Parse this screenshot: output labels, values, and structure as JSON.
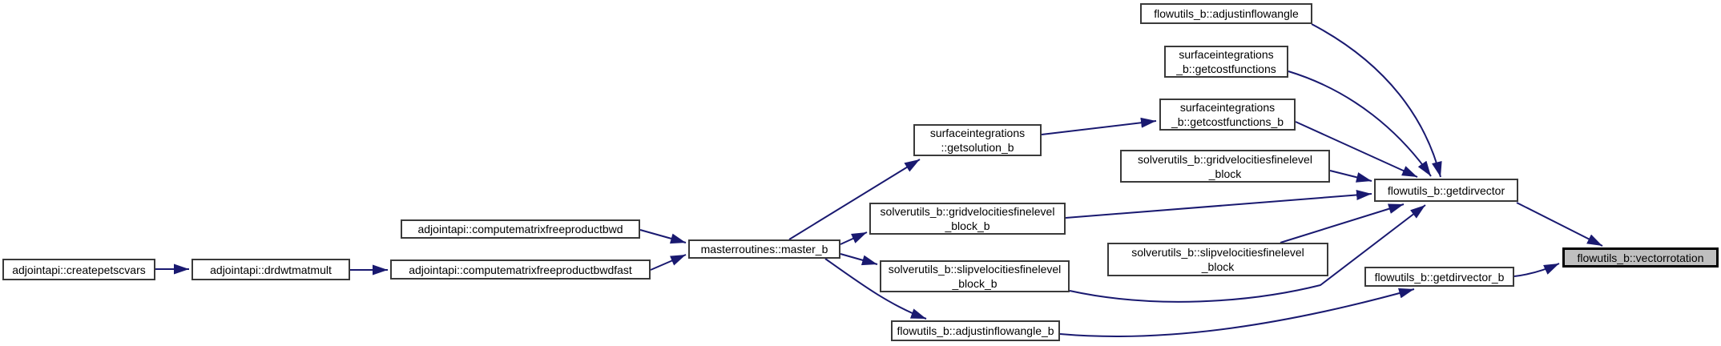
{
  "diagram": {
    "kind": "doxygen-call-graph",
    "background_color": "#ffffff",
    "edge_color": "#191970",
    "node_border_color": "#3a3a3a",
    "highlight_fill_color": "#bfbfbf",
    "nodes": [
      {
        "id": "createpetscvars",
        "lines": [
          "adjointapi::createpetscvars"
        ],
        "highlighted": false
      },
      {
        "id": "drdwtmatmult",
        "lines": [
          "adjointapi::drdwtmatmult"
        ],
        "highlighted": false
      },
      {
        "id": "computematrixfreeproductbwd",
        "lines": [
          "adjointapi::computematrixfreeproductbwd"
        ],
        "highlighted": false
      },
      {
        "id": "computematrixfreeproductbwdfast",
        "lines": [
          "adjointapi::computematrixfreeproductbwdfast"
        ],
        "highlighted": false
      },
      {
        "id": "master_b",
        "lines": [
          "masterroutines::master_b"
        ],
        "highlighted": false
      },
      {
        "id": "getsolution_b",
        "lines": [
          "surfaceintegrations",
          "::getsolution_b"
        ],
        "highlighted": false
      },
      {
        "id": "getcostfunctions",
        "lines": [
          "surfaceintegrations",
          "_b::getcostfunctions"
        ],
        "highlighted": false
      },
      {
        "id": "getcostfunctions_b",
        "lines": [
          "surfaceintegrations",
          "_b::getcostfunctions_b"
        ],
        "highlighted": false
      },
      {
        "id": "adjustinflowangle",
        "lines": [
          "flowutils_b::adjustinflowangle"
        ],
        "highlighted": false
      },
      {
        "id": "gridvelocitiesfinelevel_block",
        "lines": [
          "solverutils_b::gridvelocitiesfinelevel",
          "_block"
        ],
        "highlighted": false
      },
      {
        "id": "gridvelocitiesfinelevel_block_b",
        "lines": [
          "solverutils_b::gridvelocitiesfinelevel",
          "_block_b"
        ],
        "highlighted": false
      },
      {
        "id": "slipvelocitiesfinelevel_block",
        "lines": [
          "solverutils_b::slipvelocitiesfinelevel",
          "_block"
        ],
        "highlighted": false
      },
      {
        "id": "slipvelocitiesfinelevel_block_b",
        "lines": [
          "solverutils_b::slipvelocitiesfinelevel",
          "_block_b"
        ],
        "highlighted": false
      },
      {
        "id": "adjustinflowangle_b",
        "lines": [
          "flowutils_b::adjustinflowangle_b"
        ],
        "highlighted": false
      },
      {
        "id": "getdirvector",
        "lines": [
          "flowutils_b::getdirvector"
        ],
        "highlighted": false
      },
      {
        "id": "getdirvector_b",
        "lines": [
          "flowutils_b::getdirvector_b"
        ],
        "highlighted": false
      },
      {
        "id": "vectorrotation",
        "lines": [
          "flowutils_b::vectorrotation"
        ],
        "highlighted": true
      }
    ],
    "edges": [
      "createpetscvars -> drdwtmatmult",
      "drdwtmatmult -> computematrixfreeproductbwdfast",
      "computematrixfreeproductbwd -> master_b",
      "computematrixfreeproductbwdfast -> master_b",
      "master_b -> getsolution_b",
      "master_b -> gridvelocitiesfinelevel_block_b",
      "master_b -> slipvelocitiesfinelevel_block_b",
      "master_b -> adjustinflowangle_b",
      "getsolution_b -> getcostfunctions_b",
      "getcostfunctions_b -> getdirvector",
      "getcostfunctions -> getdirvector",
      "adjustinflowangle -> getdirvector",
      "gridvelocitiesfinelevel_block -> getdirvector",
      "gridvelocitiesfinelevel_block_b -> getdirvector",
      "slipvelocitiesfinelevel_block -> getdirvector",
      "slipvelocitiesfinelevel_block_b -> getdirvector",
      "adjustinflowangle_b -> getdirvector_b",
      "getdirvector -> vectorrotation",
      "getdirvector_b -> vectorrotation"
    ]
  }
}
